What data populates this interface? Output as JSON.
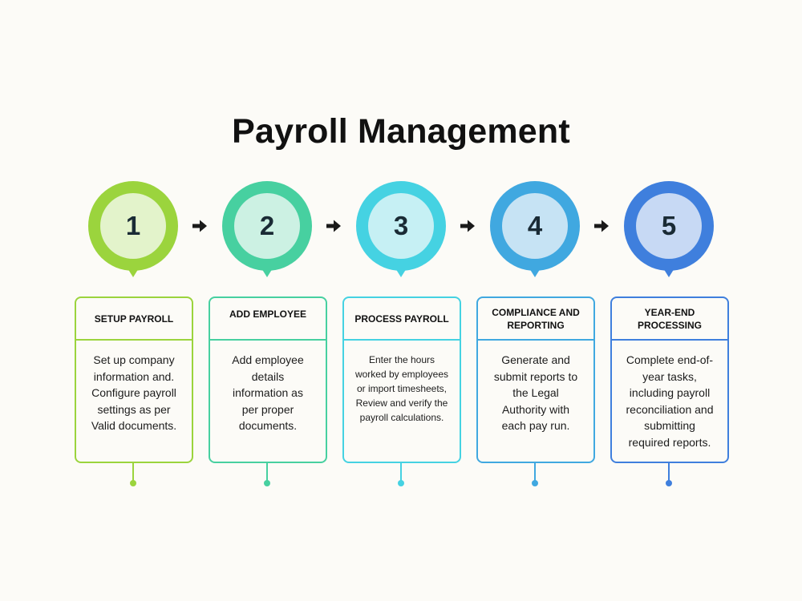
{
  "title": "Payroll Management",
  "steps": [
    {
      "number": "1",
      "heading": "SETUP PAYROLL",
      "text": "Set up company information and. Configure payroll settings as per Valid documents.",
      "color": "#9bd43d",
      "inner": "#e3f3cb"
    },
    {
      "number": "2",
      "heading": "ADD EMPLOYEE",
      "text": "Add employee details information as per proper documents.",
      "color": "#47d0a0",
      "inner": "#ccf1e3"
    },
    {
      "number": "3",
      "heading": "PROCESS PAYROLL",
      "text": "Enter the hours worked by employees or import timesheets, Review and verify the payroll calculations.",
      "color": "#45d2e2",
      "inner": "#c6f0f4"
    },
    {
      "number": "4",
      "heading": "COMPLIANCE AND REPORTING",
      "text": "Generate and submit reports to the Legal Authority with each pay run.",
      "color": "#40a8e0",
      "inner": "#c6e3f4"
    },
    {
      "number": "5",
      "heading": "YEAR-END PROCESSING",
      "text": "Complete end-of-year tasks, including payroll reconciliation and submitting required reports.",
      "color": "#3f7fdd",
      "inner": "#c7d9f4"
    }
  ],
  "arrow_icon": "arrow-right-icon",
  "arrow_color": "#1a1a1a"
}
